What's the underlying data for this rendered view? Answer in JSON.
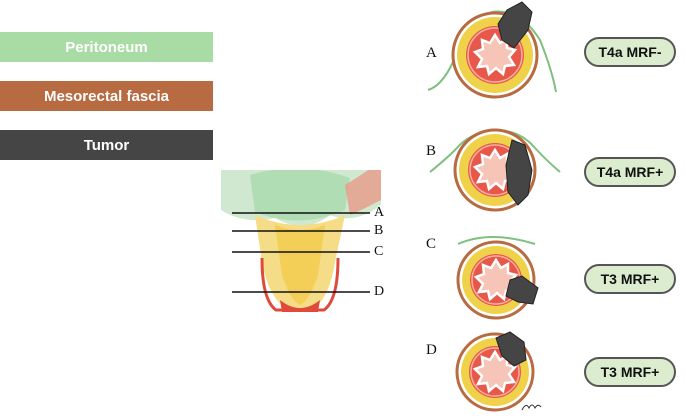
{
  "legend": {
    "peritoneum": "Peritoneum",
    "mesorectal_fascia": "Mesorectal fascia",
    "tumor": "Tumor"
  },
  "section_lines": [
    "A",
    "B",
    "C",
    "D"
  ],
  "panels": [
    {
      "letter": "A",
      "stage": "T4a MRF-"
    },
    {
      "letter": "B",
      "stage": "T4a MRF+"
    },
    {
      "letter": "C",
      "stage": "T3 MRF+"
    },
    {
      "letter": "D",
      "stage": "T3 MRF+"
    }
  ],
  "colors": {
    "peritoneum": "#a9dca4",
    "mesorectal_fascia": "#b86a40",
    "tumor": "#454545",
    "mesorectal_fat": "#f0d24a",
    "rectal_wall": "#e8584a",
    "stage_badge": "#dbeccf"
  }
}
